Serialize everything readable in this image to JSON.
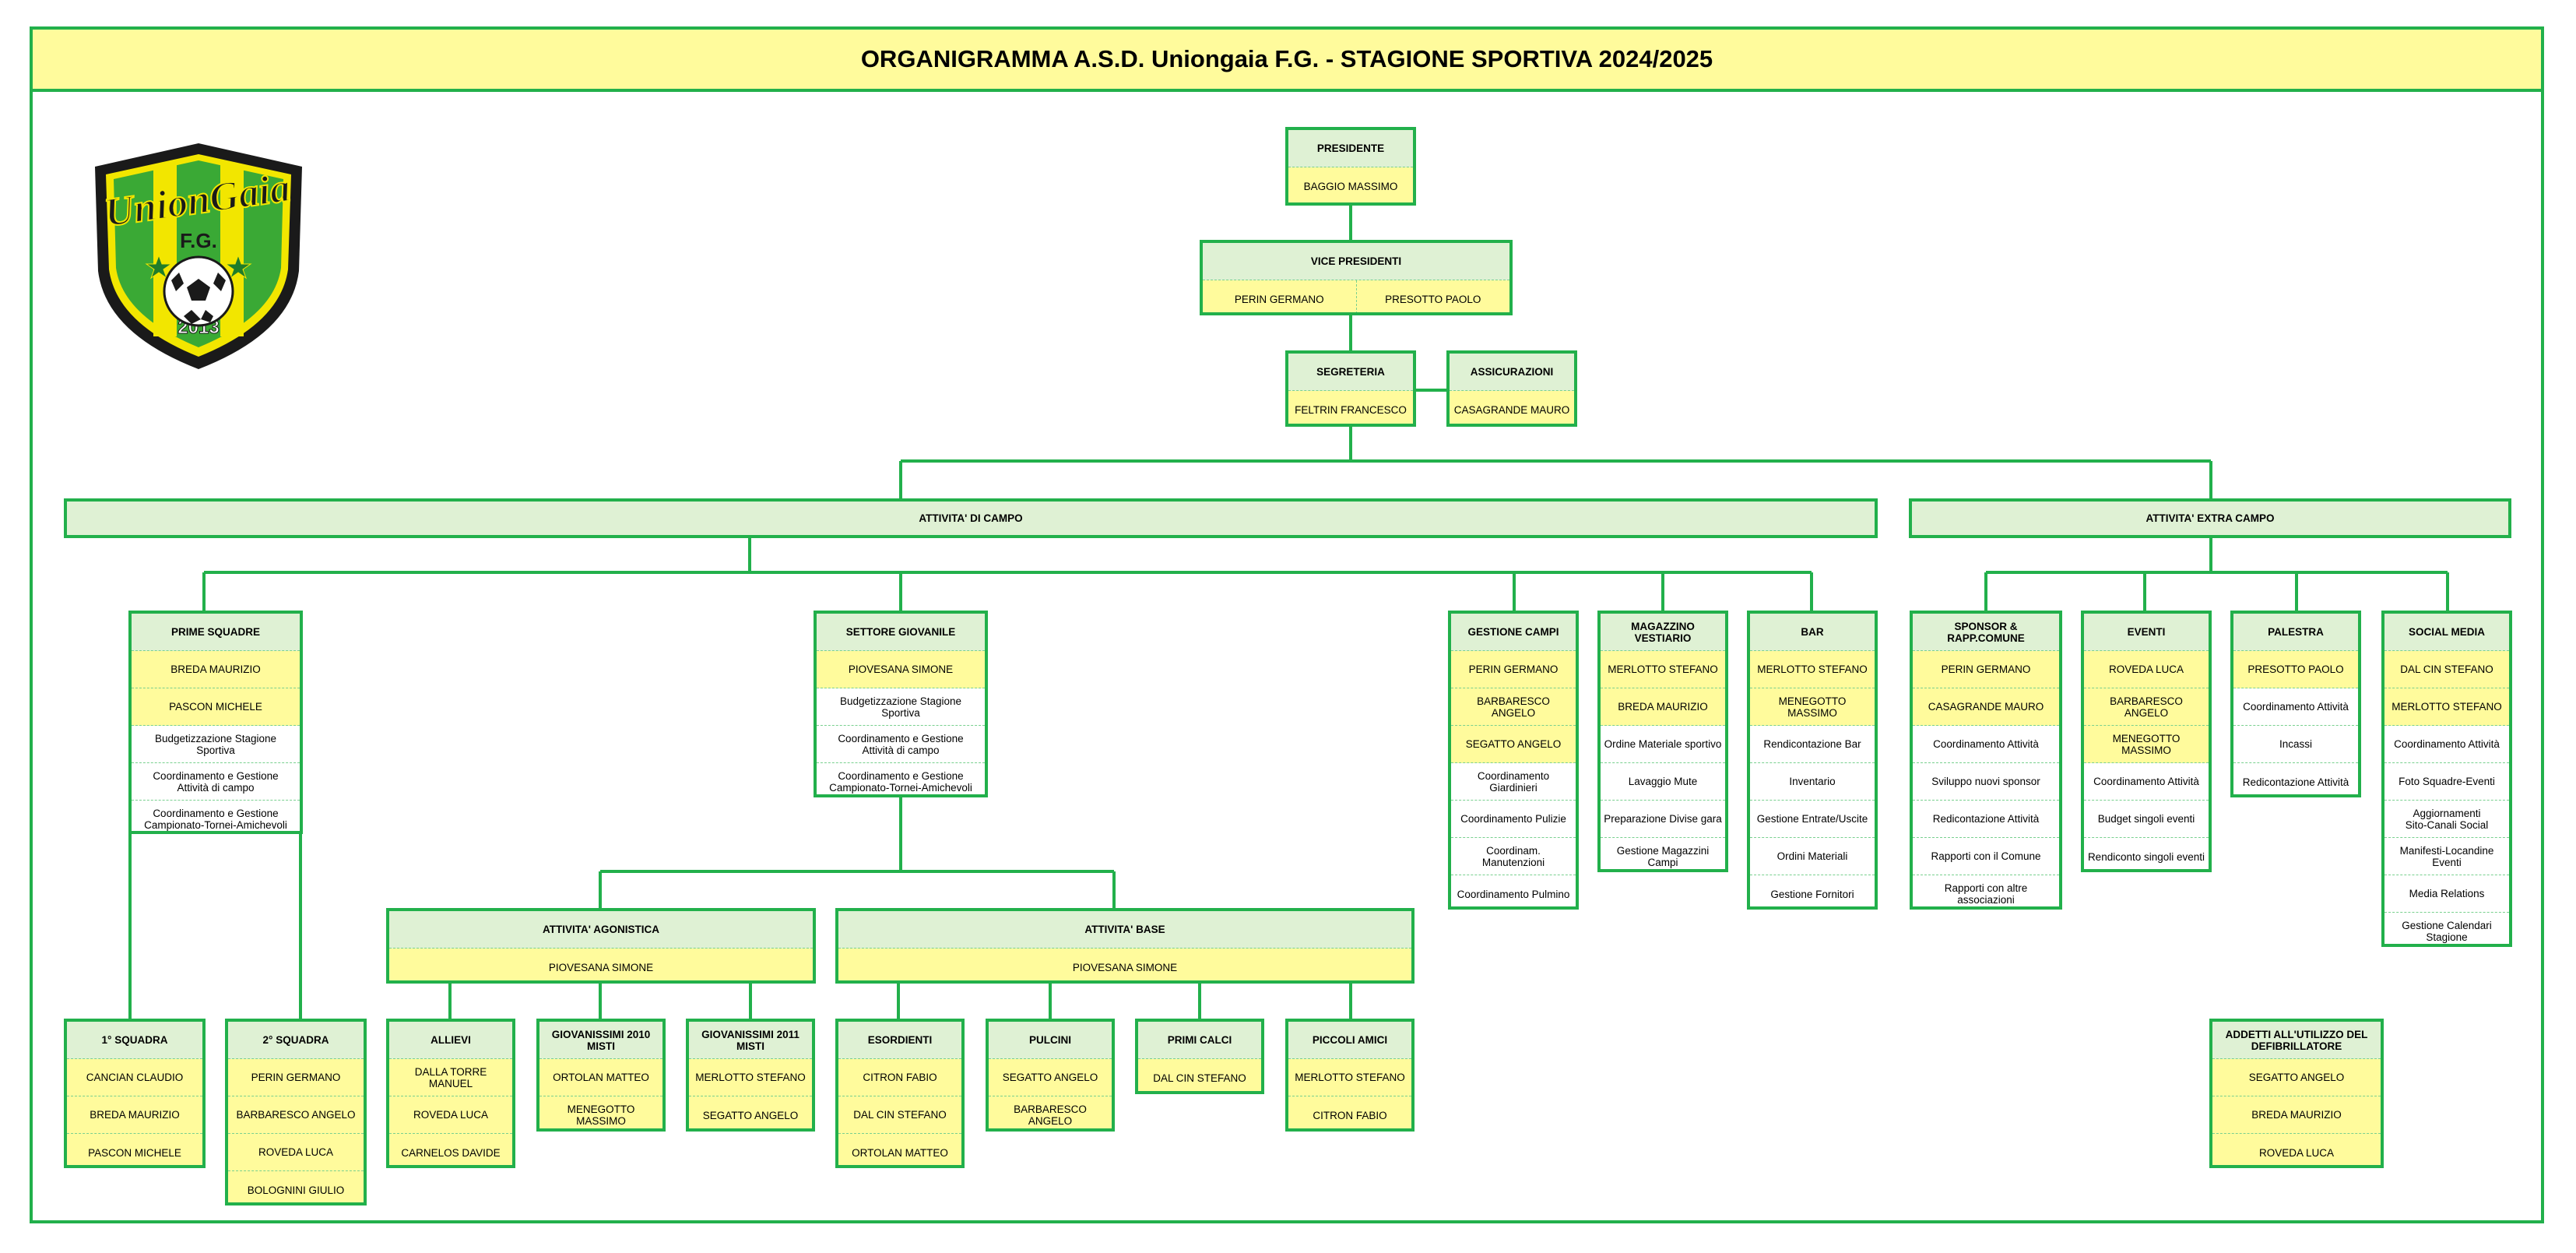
{
  "title": "ORGANIGRAMMA A.S.D. Uniongaia F.G. -  STAGIONE SPORTIVA 2024/2025",
  "logo": {
    "name": "UnionGaia",
    "initials": "F.G.",
    "year": "2013"
  },
  "presidente": {
    "header": "PRESIDENTE",
    "names": [
      "BAGGIO MASSIMO"
    ]
  },
  "vice_presidenti": {
    "header": "VICE PRESIDENTI",
    "names": [
      "PERIN GERMANO",
      "PRESOTTO PAOLO"
    ]
  },
  "segreteria": {
    "header": "SEGRETERIA",
    "names": [
      "FELTRIN FRANCESCO"
    ]
  },
  "assicurazioni": {
    "header": "ASSICURAZIONI",
    "names": [
      "CASAGRANDE MAURO"
    ]
  },
  "attivita_campo": {
    "header": "ATTIVITA' DI CAMPO"
  },
  "attivita_extra": {
    "header": "ATTIVITA' EXTRA CAMPO"
  },
  "prime_squadre": {
    "header": "PRIME SQUADRE",
    "names": [
      "BREDA MAURIZIO",
      "PASCON MICHELE"
    ],
    "tasks": [
      "Budgetizzazione Stagione Sportiva",
      "Coordinamento e Gestione\nAttività di campo",
      "Coordinamento e Gestione\nCampionato-Tornei-Amichevoli"
    ]
  },
  "settore_giovanile": {
    "header": "SETTORE GIOVANILE",
    "names": [
      "PIOVESANA SIMONE"
    ],
    "tasks": [
      "Budgetizzazione Stagione Sportiva",
      "Coordinamento e Gestione\nAttività di campo",
      "Coordinamento e Gestione\nCampionato-Tornei-Amichevoli"
    ]
  },
  "gestione_campi": {
    "header": "GESTIONE CAMPI",
    "names": [
      "PERIN GERMANO",
      "BARBARESCO ANGELO",
      "SEGATTO ANGELO"
    ],
    "tasks": [
      "Coordinamento Giardinieri",
      "Coordinamento Pulizie",
      "Coordinam. Manutenzioni",
      "Coordinamento Pulmino"
    ]
  },
  "magazzino": {
    "header": "MAGAZZINO VESTIARIO",
    "names": [
      "MERLOTTO STEFANO",
      "BREDA MAURIZIO"
    ],
    "tasks": [
      "Ordine Materiale sportivo",
      "Lavaggio Mute",
      "Preparazione Divise gara",
      "Gestione Magazzini Campi"
    ]
  },
  "bar": {
    "header": "BAR",
    "names": [
      "MERLOTTO STEFANO",
      "MENEGOTTO MASSIMO"
    ],
    "tasks": [
      "Rendicontazione Bar",
      "Inventario",
      "Gestione Entrate/Uscite",
      "Ordini Materiali",
      "Gestione Fornitori"
    ]
  },
  "sponsor": {
    "header": "SPONSOR & RAPP.COMUNE",
    "names": [
      "PERIN GERMANO",
      "CASAGRANDE MAURO"
    ],
    "tasks": [
      "Coordinamento Attività",
      "Sviluppo nuovi sponsor",
      "Redicontazione Attività",
      "Rapporti con il Comune",
      "Rapporti con altre associazioni"
    ]
  },
  "eventi": {
    "header": "EVENTI",
    "names": [
      "ROVEDA LUCA",
      "BARBARESCO ANGELO",
      "MENEGOTTO MASSIMO"
    ],
    "tasks": [
      "Coordinamento Attività",
      "Budget singoli eventi",
      "Rendiconto singoli eventi"
    ]
  },
  "palestra": {
    "header": "PALESTRA",
    "names": [
      "PRESOTTO PAOLO"
    ],
    "tasks": [
      "Coordinamento Attività",
      "Incassi",
      "Redicontazione Attività"
    ]
  },
  "social": {
    "header": "SOCIAL MEDIA",
    "names": [
      "DAL CIN STEFANO",
      "MERLOTTO STEFANO"
    ],
    "tasks": [
      "Coordinamento Attività",
      "Foto Squadre-Eventi",
      "Aggiornamenti\nSito-Canali Social",
      "Manifesti-Locandine Eventi",
      "Media Relations",
      "Gestione Calendari\nStagione"
    ]
  },
  "defibrillatore": {
    "header": "ADDETTI ALL'UTILIZZO DEL\nDEFIBRILLATORE",
    "names": [
      "SEGATTO ANGELO",
      "BREDA MAURIZIO",
      "ROVEDA LUCA"
    ]
  },
  "squadra1": {
    "header": "1° SQUADRA",
    "names": [
      "CANCIAN CLAUDIO",
      "BREDA MAURIZIO",
      "PASCON MICHELE"
    ]
  },
  "squadra2": {
    "header": "2° SQUADRA",
    "names": [
      "PERIN GERMANO",
      "BARBARESCO ANGELO",
      "ROVEDA LUCA",
      "BOLOGNINI GIULIO"
    ]
  },
  "agonistica": {
    "header": "ATTIVITA' AGONISTICA",
    "names": [
      "PIOVESANA SIMONE"
    ]
  },
  "base": {
    "header": "ATTIVITA' BASE",
    "names": [
      "PIOVESANA SIMONE"
    ]
  },
  "allievi": {
    "header": "ALLIEVI",
    "names": [
      "DALLA TORRE MANUEL",
      "ROVEDA LUCA",
      "CARNELOS DAVIDE"
    ]
  },
  "giov2010": {
    "header": "GIOVANISSIMI 2010 MISTI",
    "names": [
      "ORTOLAN MATTEO",
      "MENEGOTTO MASSIMO"
    ]
  },
  "giov2011": {
    "header": "GIOVANISSIMI 2011 MISTI",
    "names": [
      "MERLOTTO STEFANO",
      "SEGATTO ANGELO"
    ]
  },
  "esordienti": {
    "header": "ESORDIENTI",
    "names": [
      "CITRON FABIO",
      "DAL CIN STEFANO",
      "ORTOLAN MATTEO"
    ]
  },
  "pulcini": {
    "header": "PULCINI",
    "names": [
      "SEGATTO ANGELO",
      "BARBARESCO ANGELO"
    ]
  },
  "primi_calci": {
    "header": "PRIMI CALCI",
    "names": [
      "DAL CIN STEFANO"
    ]
  },
  "piccoli_amici": {
    "header": "PICCOLI AMICI",
    "names": [
      "MERLOTTO STEFANO",
      "CITRON FABIO"
    ]
  },
  "colors": {
    "border": "#22b04b",
    "header_fill": "#dff1d4",
    "name_fill": "#fffb9c",
    "title_fill": "#fffb9c"
  }
}
